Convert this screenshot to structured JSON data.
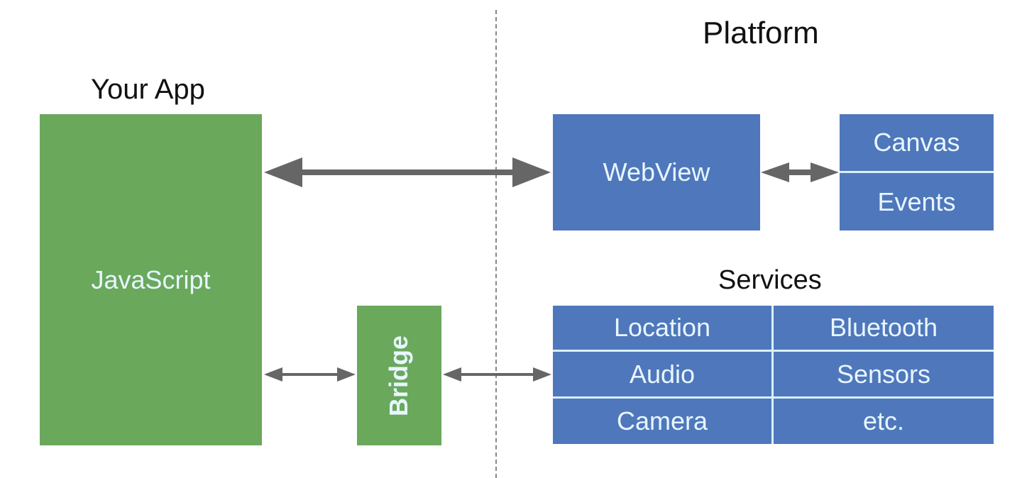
{
  "headings": {
    "platform": "Platform",
    "your_app": "Your App",
    "services": "Services"
  },
  "app": {
    "javascript": "JavaScript",
    "bridge": "Bridge"
  },
  "platform": {
    "webview": "WebView",
    "webview_parts": [
      "Canvas",
      "Events"
    ]
  },
  "services": {
    "items": [
      "Location",
      "Bluetooth",
      "Audio",
      "Sensors",
      "Camera",
      "etc."
    ]
  },
  "colors": {
    "app_green": "#6aa85c",
    "platform_blue": "#4f77bb",
    "arrow_gray": "#666666"
  }
}
